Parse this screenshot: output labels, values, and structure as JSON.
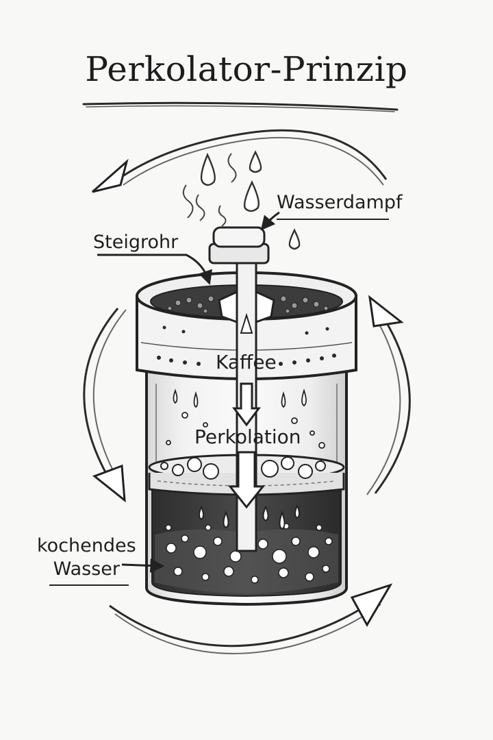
{
  "title": "Perkolator-Prinzip",
  "labels": {
    "wasserdampf": "Wasserdampf",
    "steigrohr": "Steigrohr",
    "kaffee": "Kaffee",
    "perkolation": "Perkolation",
    "kochendes": "kochendes",
    "wasser": "Wasser"
  },
  "colors": {
    "ink": "#222222",
    "paper": "#f8f8f7",
    "water_dark": "#3a3a3a"
  }
}
